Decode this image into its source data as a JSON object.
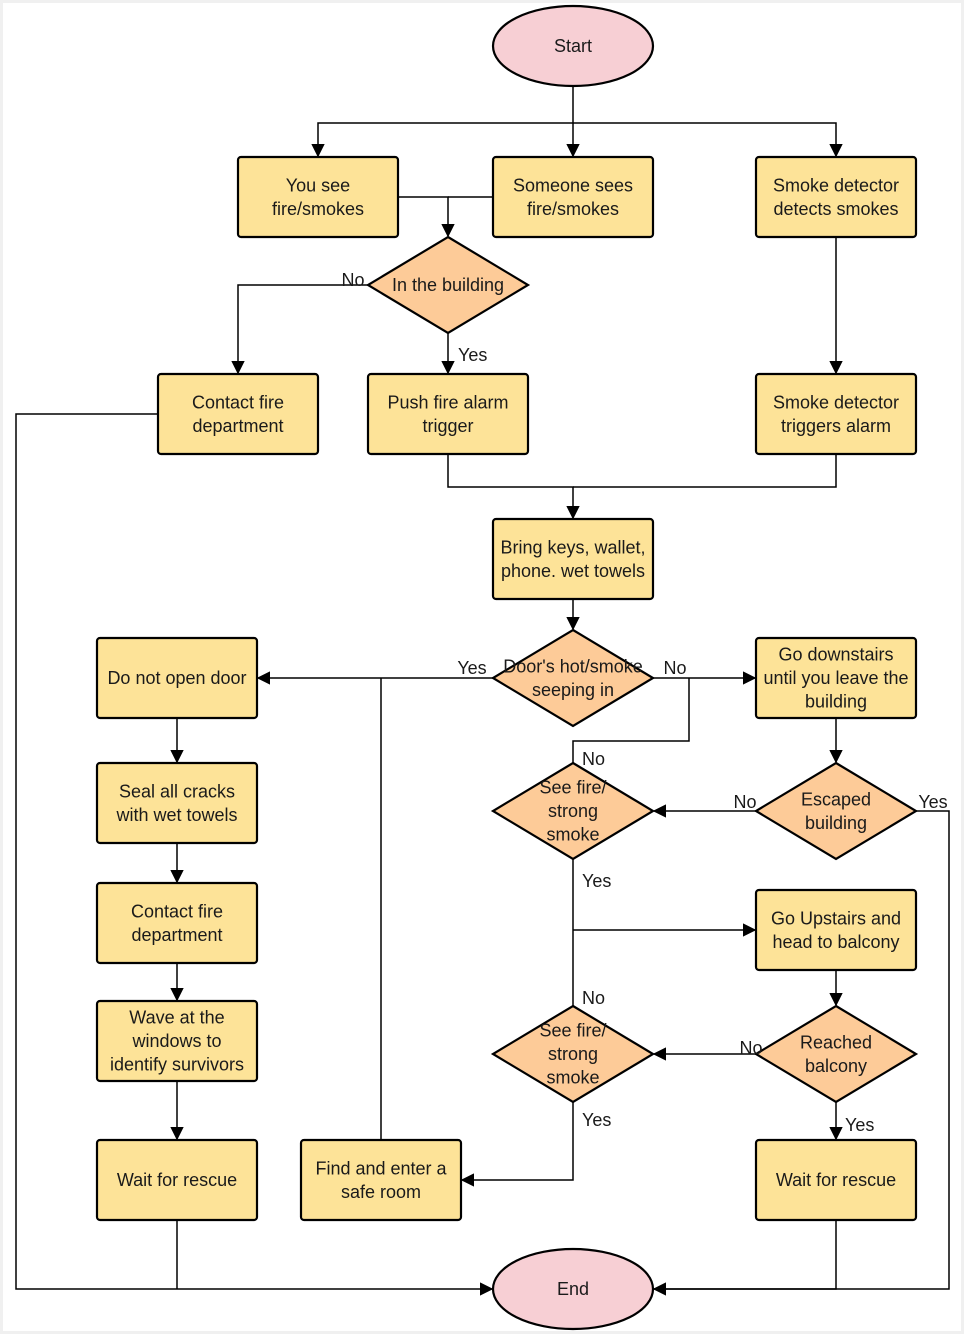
{
  "nodes": {
    "start": {
      "shape": "ellipse",
      "lines": [
        "Start"
      ]
    },
    "you_see": {
      "shape": "process",
      "lines": [
        "You see",
        "fire/smokes"
      ]
    },
    "someone_sees": {
      "shape": "process",
      "lines": [
        "Someone sees",
        "fire/smokes"
      ]
    },
    "detector_detects": {
      "shape": "process",
      "lines": [
        "Smoke detector",
        "detects smokes"
      ]
    },
    "in_building": {
      "shape": "decision",
      "lines": [
        "In the building"
      ]
    },
    "contact_fire_1": {
      "shape": "process",
      "lines": [
        "Contact fire",
        "department"
      ]
    },
    "push_alarm": {
      "shape": "process",
      "lines": [
        "Push fire alarm",
        "trigger"
      ]
    },
    "detector_triggers": {
      "shape": "process",
      "lines": [
        "Smoke detector",
        "triggers alarm"
      ]
    },
    "bring_keys": {
      "shape": "process",
      "lines": [
        "Bring keys, wallet,",
        "phone. wet towels"
      ]
    },
    "door_hot": {
      "shape": "decision",
      "lines": [
        "Door's hot/smoke",
        "seeping in"
      ]
    },
    "do_not_open": {
      "shape": "process",
      "lines": [
        "Do not open door"
      ]
    },
    "go_downstairs": {
      "shape": "process",
      "lines": [
        "Go downstairs",
        "until you leave the",
        "building"
      ]
    },
    "seal_cracks": {
      "shape": "process",
      "lines": [
        "Seal all cracks",
        "with wet towels"
      ]
    },
    "see_fire_1": {
      "shape": "decision",
      "lines": [
        "See fire/",
        "strong",
        "smoke"
      ]
    },
    "escaped": {
      "shape": "decision",
      "lines": [
        "Escaped",
        "building"
      ]
    },
    "contact_fire_2": {
      "shape": "process",
      "lines": [
        "Contact fire",
        "department"
      ]
    },
    "go_upstairs": {
      "shape": "process",
      "lines": [
        "Go Upstairs and",
        "head to balcony"
      ]
    },
    "wave": {
      "shape": "process",
      "lines": [
        "Wave at the",
        "windows to",
        "identify survivors"
      ]
    },
    "see_fire_2": {
      "shape": "decision",
      "lines": [
        "See fire/",
        "strong",
        "smoke"
      ]
    },
    "reached_balcony": {
      "shape": "decision",
      "lines": [
        "Reached",
        "balcony"
      ]
    },
    "wait_rescue_1": {
      "shape": "process",
      "lines": [
        "Wait for rescue"
      ]
    },
    "safe_room": {
      "shape": "process",
      "lines": [
        "Find and enter a",
        "safe room"
      ]
    },
    "wait_rescue_2": {
      "shape": "process",
      "lines": [
        "Wait for rescue"
      ]
    },
    "end": {
      "shape": "ellipse",
      "lines": [
        "End"
      ]
    }
  },
  "edge_labels": {
    "in_building_no": "No",
    "in_building_yes": "Yes",
    "door_hot_yes": "Yes",
    "door_hot_no": "No",
    "see_fire_1_no": "No",
    "escaped_no": "No",
    "escaped_yes": "Yes",
    "see_fire_1_yes": "Yes",
    "see_fire_2_no": "No",
    "reached_balcony_no": "No",
    "see_fire_2_yes": "Yes",
    "reached_balcony_yes": "Yes"
  },
  "colors": {
    "process_fill": "#fde398",
    "decision_fill": "#fdcb98",
    "terminal_fill": "#f7cfd4",
    "stroke": "#000000",
    "line": "#000000"
  }
}
